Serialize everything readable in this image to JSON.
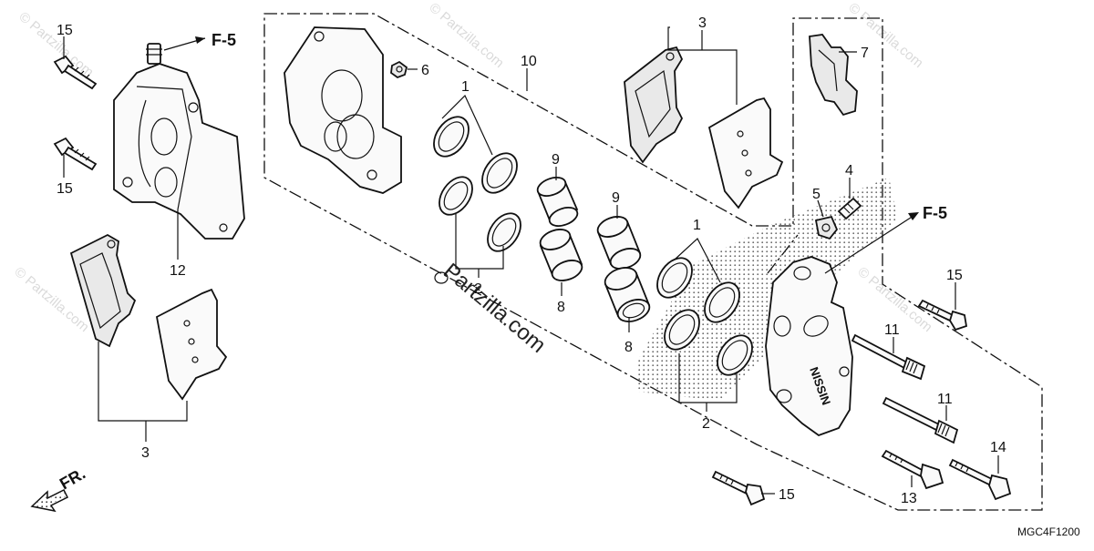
{
  "watermark": {
    "brand": "© Partzilla.com",
    "center": "Partzilla.com"
  },
  "callouts": {
    "c15_top": "15",
    "c15_mid": "15",
    "c15_right": "15",
    "c15_bottom": "15",
    "c12": "12",
    "c3_left": "3",
    "c3_top": "3",
    "c6": "6",
    "c10": "10",
    "c1_left": "1",
    "c1_right": "1",
    "c2_left": "2",
    "c2_right": "2",
    "c9_a": "9",
    "c9_b": "9",
    "c8_a": "8",
    "c8_b": "8",
    "c7": "7",
    "c4": "4",
    "c5": "5",
    "c11_a": "11",
    "c11_b": "11",
    "c13": "13",
    "c14": "14"
  },
  "refs": {
    "f5_left": "F-5",
    "f5_right": "F-5",
    "front": "FR."
  },
  "diagram_code": "MGC4F1200",
  "brand_on_caliper": "NISSIN"
}
